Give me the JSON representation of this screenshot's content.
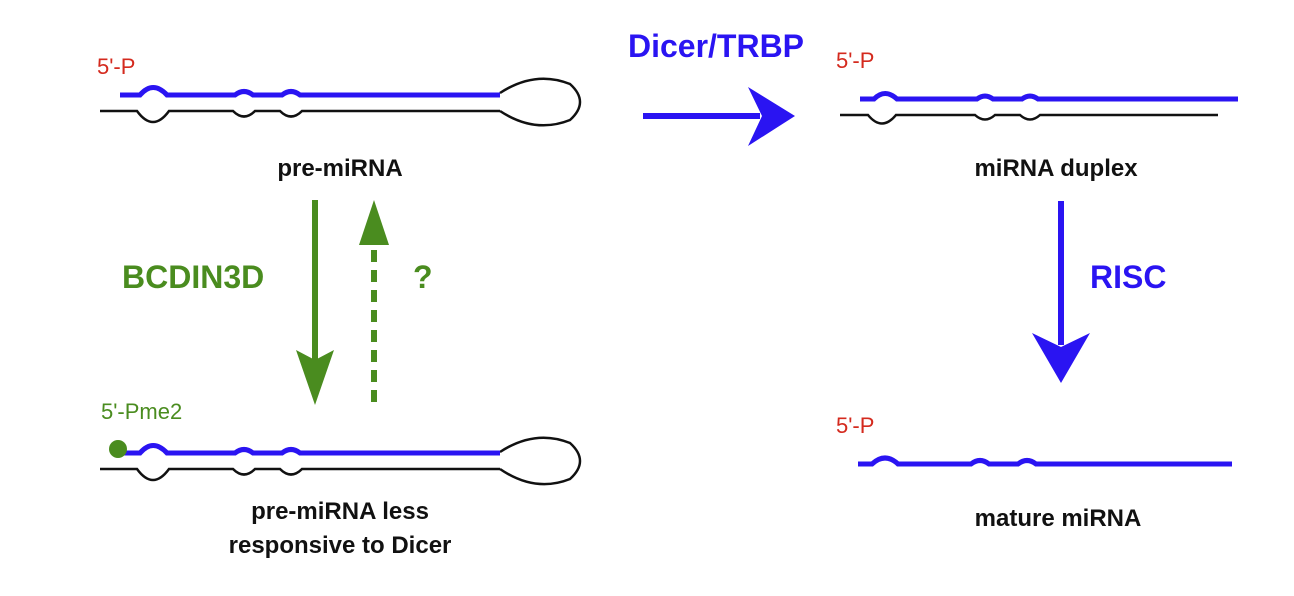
{
  "labels": {
    "five_p_top": "5'-P",
    "pre_mirna": "pre-miRNA",
    "dicer_trbp": "Dicer/TRBP",
    "five_p_duplex": "5'-P",
    "mirna_duplex": "miRNA duplex",
    "bcdin3d": "BCDIN3D",
    "question": "?",
    "risc": "RISC",
    "five_pme2": "5'-Pme2",
    "pre_mirna_less_line1": "pre-miRNA less",
    "pre_mirna_less_line2": "responsive to Dicer",
    "five_p_mature": "5'-P",
    "mature_mirna": "mature miRNA"
  },
  "colors": {
    "rna_blue": "#2a14f2",
    "strand_black": "#111111",
    "phosphate_red": "#d42a1e",
    "methyl_green": "#4a8c1f"
  }
}
